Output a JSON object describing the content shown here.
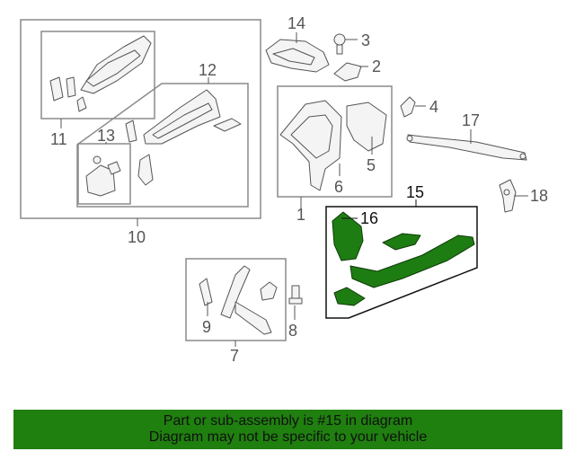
{
  "callouts": {
    "c1": "1",
    "c2": "2",
    "c3": "3",
    "c4": "4",
    "c5": "5",
    "c6": "6",
    "c7": "7",
    "c8": "8",
    "c9": "9",
    "c10": "10",
    "c11": "11",
    "c12": "12",
    "c13": "13",
    "c14": "14",
    "c15": "15",
    "c16": "16",
    "c17": "17",
    "c18": "18"
  },
  "highlight": {
    "part_number": "15",
    "color": "#1f7f0f"
  },
  "banner": {
    "line1": "Part or sub-assembly is #15 in diagram",
    "line2": "Diagram may not be specific to your vehicle"
  }
}
